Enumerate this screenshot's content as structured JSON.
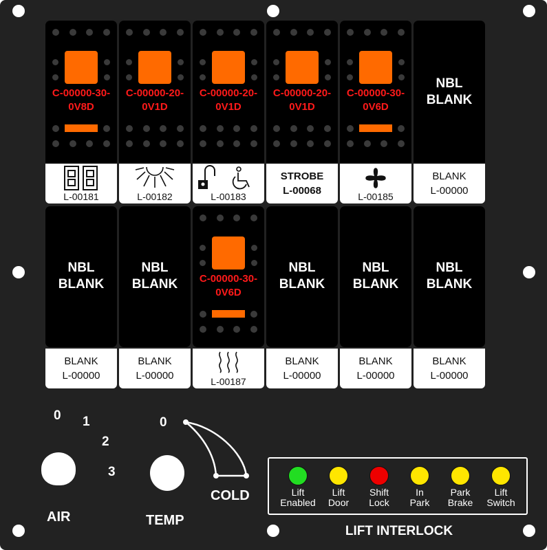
{
  "colors": {
    "panel": "#222222",
    "switch_body": "#000000",
    "indicator_orange": "#ff6a00",
    "code_red": "#ff1a1a",
    "led_green": "#22dd22",
    "led_yellow": "#ffe600",
    "led_red": "#ee0000"
  },
  "switches": {
    "s1": {
      "code": "C-00000-30-\n0V8D",
      "label_code": "L-00181",
      "icon": "dual-rocker-icon"
    },
    "s2": {
      "code": "C-00000-20-\n0V1D",
      "label_code": "L-00182",
      "icon": "sunburst-light-icon"
    },
    "s3": {
      "code": "C-00000-20-\n0V1D",
      "label_code": "L-00183",
      "icon": "lock-wheelchair-icon"
    },
    "s4": {
      "code": "C-00000-20-\n0V1D",
      "label_text": "STROBE\nL-00068"
    },
    "s5": {
      "code": "C-00000-30-\n0V6D",
      "label_code": "L-00185",
      "icon": "fan-icon"
    },
    "s6": {
      "nbl": "NBL\nBLANK",
      "label_text": "BLANK\nL-00000"
    },
    "s7": {
      "nbl": "NBL\nBLANK",
      "label_text": "BLANK\nL-00000"
    },
    "s8": {
      "nbl": "NBL\nBLANK",
      "label_text": "BLANK\nL-00000"
    },
    "s9": {
      "code": "C-00000-30-\n0V6D",
      "label_code": "L-00187",
      "icon": "heat-waves-icon"
    },
    "s10": {
      "nbl": "NBL\nBLANK",
      "label_text": "BLANK\nL-00000"
    },
    "s11": {
      "nbl": "NBL\nBLANK",
      "label_text": "BLANK\nL-00000"
    },
    "s12": {
      "nbl": "NBL\nBLANK",
      "label_text": "BLANK\nL-00000"
    }
  },
  "air": {
    "title": "AIR",
    "positions": [
      "0",
      "1",
      "2",
      "3"
    ]
  },
  "temp": {
    "title": "TEMP",
    "zero": "0",
    "cold": "COLD"
  },
  "interlock": {
    "title": "LIFT INTERLOCK",
    "lamps": [
      {
        "label": "Lift\nEnabled",
        "color": "#22dd22"
      },
      {
        "label": "Lift\nDoor",
        "color": "#ffe600"
      },
      {
        "label": "Shift\nLock",
        "color": "#ee0000"
      },
      {
        "label": "In\nPark",
        "color": "#ffe600"
      },
      {
        "label": "Park\nBrake",
        "color": "#ffe600"
      },
      {
        "label": "Lift\nSwitch",
        "color": "#ffe600"
      }
    ]
  }
}
